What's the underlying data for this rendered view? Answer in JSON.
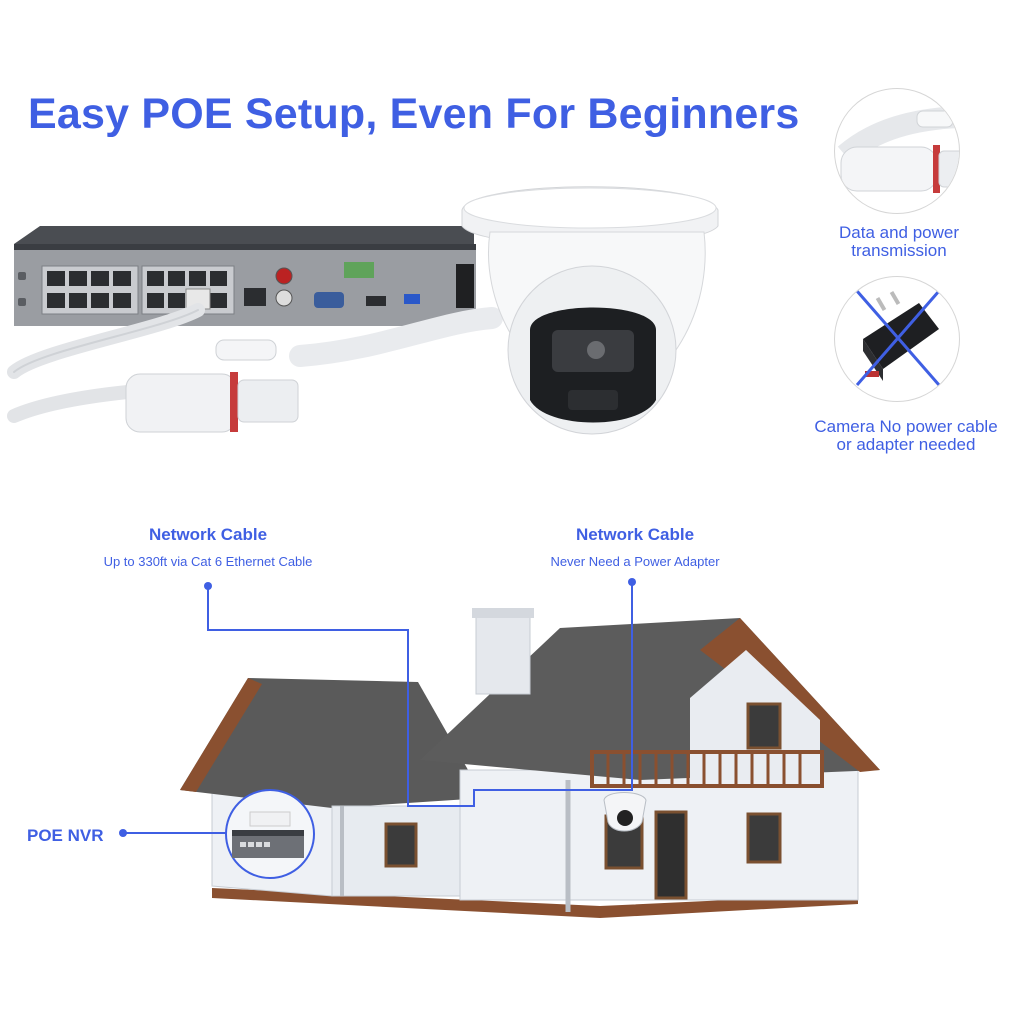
{
  "headline": "Easy POE Setup, Even For Beginners",
  "features": [
    {
      "icon": "poe-connector-icon",
      "lines": [
        "Data and power",
        "transmission"
      ]
    },
    {
      "icon": "crossed-out-power-adapter-icon",
      "lines": [
        "Camera No power cable",
        "or adapter needed"
      ]
    }
  ],
  "callouts": [
    {
      "title": "Network Cable",
      "subtitle": "Up to 330ft via Cat 6 Ethernet Cable"
    },
    {
      "title": "Network Cable",
      "subtitle": "Never Need a Power Adapter"
    }
  ],
  "nvr_label": "POE NVR",
  "colors": {
    "accent": "#3f5fe3",
    "roof": "#5a5a5a",
    "wood": "#8a5030",
    "wall": "#eef1f5"
  }
}
